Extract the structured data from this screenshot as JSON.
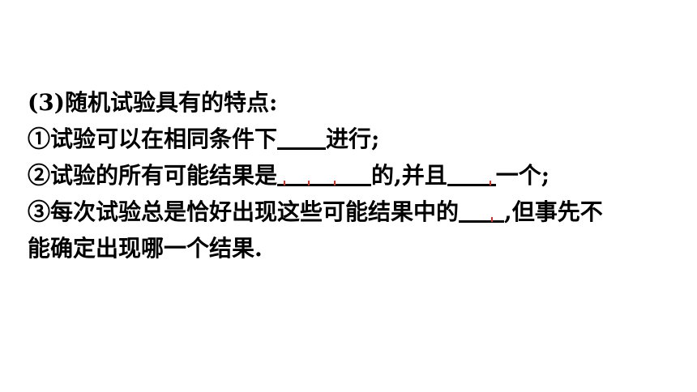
{
  "heading": "(3)随机试验具有的特点:",
  "line1": {
    "before": "①试验可以在相同条件下",
    "after": "进行;"
  },
  "line2": {
    "before": "②试验的所有可能结果是",
    "middle": "的,并且",
    "after": "一个;"
  },
  "line3": {
    "before": "③每次试验总是恰好出现这些可能结果中的",
    "after": ",但事先不"
  },
  "line4": "能确定出现哪一个结果."
}
